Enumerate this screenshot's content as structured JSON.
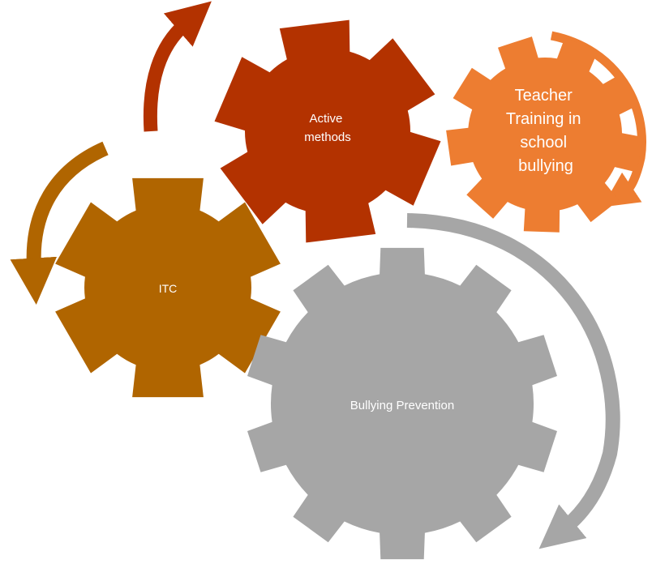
{
  "diagram": {
    "gears": [
      {
        "id": "itc",
        "label_lines": [
          "ITC"
        ],
        "color": "#B06500"
      },
      {
        "id": "active-methods",
        "label_lines": [
          "Active",
          "methods"
        ],
        "color": "#B33200"
      },
      {
        "id": "teacher-training",
        "label_lines": [
          "Teacher",
          "Training in",
          "school",
          "bullying"
        ],
        "color": "#ED7D31"
      },
      {
        "id": "bullying-prevention",
        "label_lines": [
          "Bullying Prevention"
        ],
        "color": "#A6A6A6"
      }
    ],
    "arrows": [
      {
        "id": "arrow-itc",
        "color": "#B06500"
      },
      {
        "id": "arrow-active",
        "color": "#B33200"
      },
      {
        "id": "arrow-teacher",
        "color": "#ED7D31"
      },
      {
        "id": "arrow-prevention",
        "color": "#A6A6A6"
      }
    ]
  }
}
